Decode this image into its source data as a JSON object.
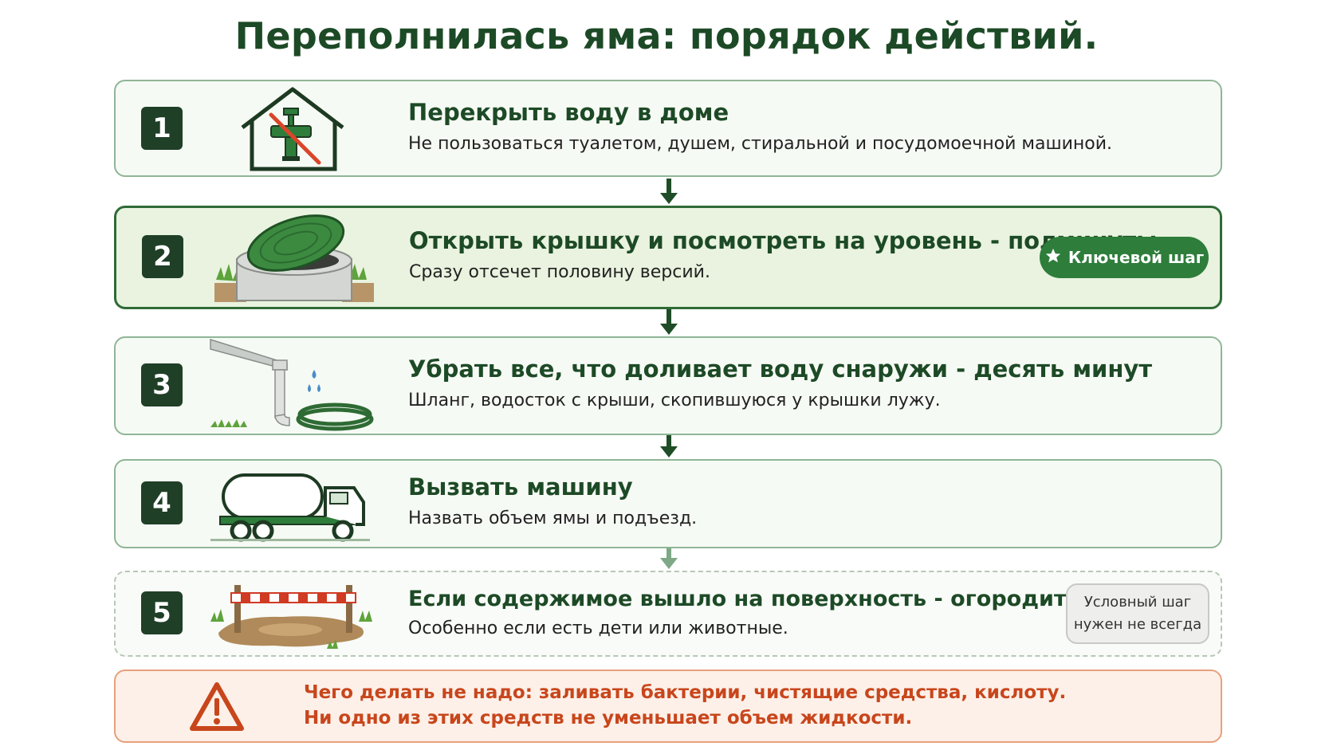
{
  "title": "Переполнилась яма: порядок действий.",
  "colors": {
    "dark_green": "#1d4a26",
    "badge_green": "#2e7d3b",
    "warning_orange": "#c8461c"
  },
  "steps": [
    {
      "number": "1",
      "title": "Перекрыть воду в доме",
      "description": "Не пользоваться туалетом, душем, стиральной и посудомоечной машиной.",
      "icon": "house-water-off-icon"
    },
    {
      "number": "2",
      "title": "Открыть крышку и посмотреть на уровень - полминуты",
      "description": "Сразу отсечет половину версий.",
      "icon": "manhole-cover-icon",
      "badge": "Ключевой шаг"
    },
    {
      "number": "3",
      "title": "Убрать все, что доливает воду снаружи - десять минут",
      "description": "Шланг, водосток с крыши, скопившуюся у крышки лужу.",
      "icon": "downspout-hose-icon"
    },
    {
      "number": "4",
      "title": "Вызвать машину",
      "description": "Назвать объем ямы и подъезд.",
      "icon": "septic-truck-icon"
    },
    {
      "number": "5",
      "title": "Если содержимое вышло на поверхность - огородить это место",
      "description": "Особенно если есть дети или животные.",
      "icon": "barrier-puddle-icon",
      "badge_line1": "Условный шаг",
      "badge_line2": "нужен не всегда"
    }
  ],
  "warning": {
    "line1": "Чего делать не надо: заливать бактерии, чистящие средства, кислоту.",
    "line2": "Ни одно из этих средств не уменьшает объем жидкости.",
    "icon": "warning-triangle-icon"
  }
}
